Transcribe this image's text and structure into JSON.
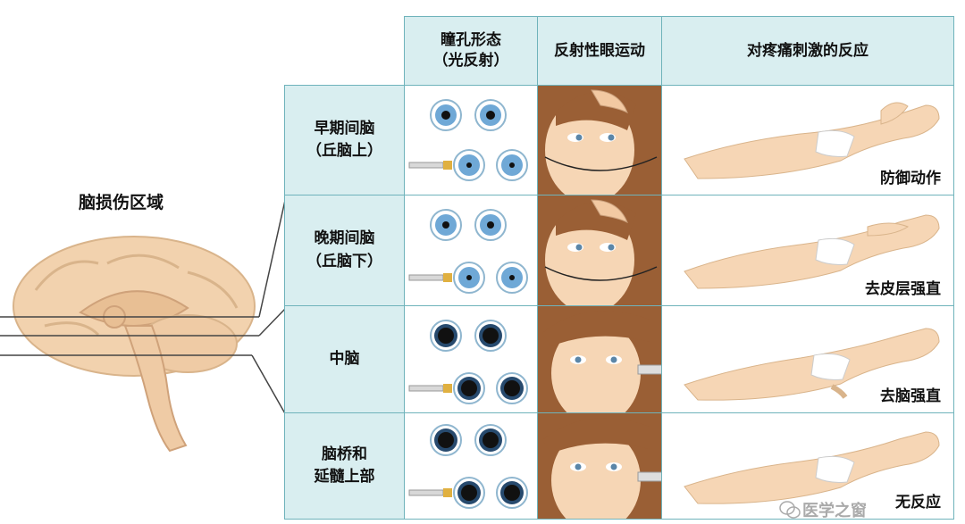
{
  "brain_region_title": "脑损伤区域",
  "headers": {
    "pupil": [
      "瞳孔形态",
      "（光反射）"
    ],
    "eye_movement": "反射性眼运动",
    "pain_response": "对疼痛刺激的反应"
  },
  "rows": [
    {
      "label": "早期间脑\n（丘脑上）",
      "response": "防御动作"
    },
    {
      "label": "晚期间脑\n（丘脑下）",
      "response": "去皮层强直"
    },
    {
      "label": "中脑",
      "response": "去脑强直"
    },
    {
      "label": "脑桥和\n延髓上部",
      "response": "无反应"
    }
  ],
  "watermark": "医学之窗",
  "colors": {
    "header_bg": "#d9eef0",
    "border": "#6fb3bb",
    "brain_fill": "#f2d2ae",
    "skin": "#f6d6b5",
    "hair": "#9a5f35",
    "iris": "#6fa8d6"
  },
  "icons": [
    "brain-illustration",
    "eye-icon",
    "penlight-icon",
    "face-illustration",
    "lying-body-illustration",
    "wechat-icon"
  ]
}
